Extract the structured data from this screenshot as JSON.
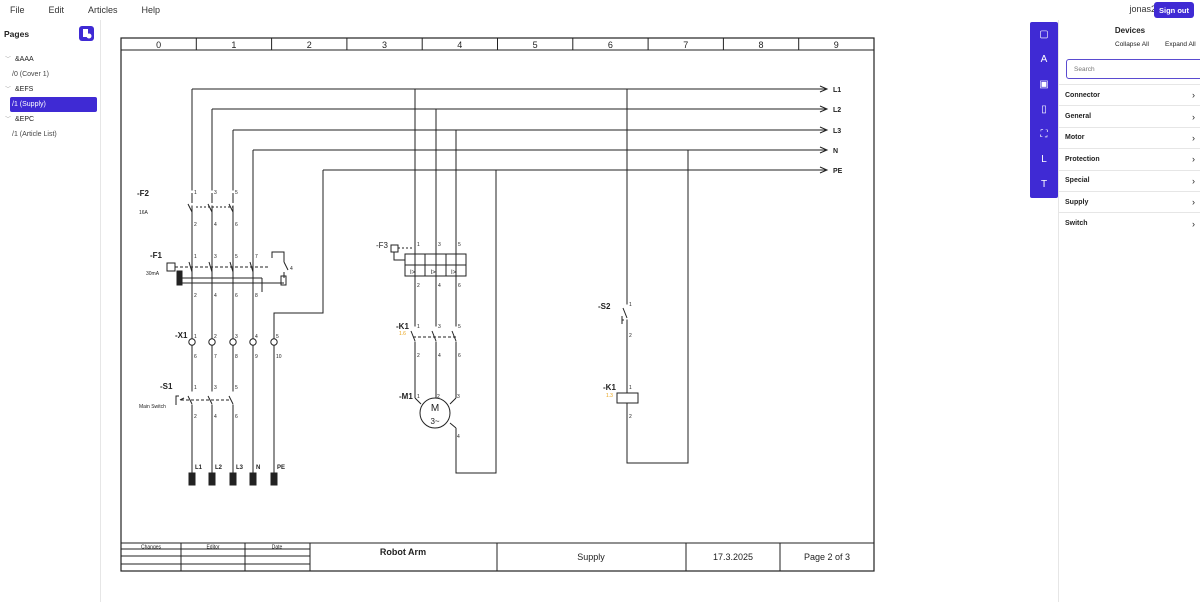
{
  "menu": {
    "items": [
      "File",
      "Edit",
      "Articles",
      "Help"
    ]
  },
  "user": {
    "name": "jonas2",
    "sign_out": "Sign out"
  },
  "sidebar": {
    "title": "Pages",
    "tree": [
      {
        "type": "group",
        "label": "&AAA"
      },
      {
        "type": "page",
        "label": "/0 (Cover 1)"
      },
      {
        "type": "group",
        "label": "&EFS"
      },
      {
        "type": "page",
        "label": "/1 (Supply)",
        "selected": true
      },
      {
        "type": "group",
        "label": "&EPC"
      },
      {
        "type": "page",
        "label": "/1 (Article List)"
      }
    ]
  },
  "toolbar": {
    "tools": [
      {
        "icon": "square-icon",
        "glyph": "▢"
      },
      {
        "icon": "text-a-icon",
        "glyph": "A"
      },
      {
        "icon": "image-icon",
        "glyph": "▣"
      },
      {
        "icon": "device-icon",
        "glyph": "▯"
      },
      {
        "icon": "select-frame-icon",
        "glyph": "⛶"
      },
      {
        "icon": "line-icon",
        "glyph": "L"
      },
      {
        "icon": "text-t-icon",
        "glyph": "T"
      }
    ]
  },
  "devices": {
    "title": "Devices",
    "collapse_all": "Collapse All",
    "expand_all": "Expand All",
    "search_placeholder": "Search",
    "categories": [
      "Connector",
      "General",
      "Motor",
      "Protection",
      "Special",
      "Supply",
      "Switch"
    ]
  },
  "drawing": {
    "columns": [
      "0",
      "1",
      "2",
      "3",
      "4",
      "5",
      "6",
      "7",
      "8",
      "9"
    ],
    "buses": [
      "L1",
      "L2",
      "L3",
      "N",
      "PE"
    ],
    "devices": {
      "F2": {
        "tag": "-F2",
        "rating": "16A",
        "pins_top": [
          "1",
          "3",
          "5"
        ],
        "pins_bottom": [
          "2",
          "4",
          "6"
        ]
      },
      "F1": {
        "tag": "-F1",
        "rating": "30mA",
        "pins_top": [
          "1",
          "3",
          "5",
          "7"
        ],
        "pins_bottom": [
          "2",
          "4",
          "6",
          "8"
        ],
        "pin_aux": "4"
      },
      "X1": {
        "tag": "-X1",
        "pins_top": [
          "1",
          "2",
          "3",
          "4",
          "5"
        ],
        "pins_bottom": [
          "6",
          "7",
          "8",
          "9",
          "10"
        ]
      },
      "S1": {
        "tag": "-S1",
        "label": "Main Switch",
        "pins_top": [
          "1",
          "3",
          "5"
        ],
        "pins_bottom": [
          "2",
          "4",
          "6"
        ]
      },
      "supply_terminals": [
        "L1",
        "L2",
        "L3",
        "N",
        "PE"
      ],
      "F3": {
        "tag": "-F3",
        "pins_top": [
          "1",
          "3",
          "5"
        ],
        "pins_bottom": [
          "2",
          "4",
          "6"
        ]
      },
      "K1_contacts": {
        "tag": "-K1",
        "ref": "1.6",
        "pins_top": [
          "1",
          "3",
          "5"
        ],
        "pins_bottom": [
          "2",
          "4",
          "6"
        ]
      },
      "M1": {
        "tag": "-M1",
        "symbol": "M",
        "phase": "3~",
        "pins": [
          "1",
          "2",
          "3",
          "4"
        ]
      },
      "S2": {
        "tag": "-S2",
        "pins": [
          "1",
          "2"
        ]
      },
      "K1_coil": {
        "tag": "-K1",
        "ref": "1.3",
        "pins": [
          "1",
          "2"
        ]
      }
    },
    "title_block": {
      "headers": [
        "Changes",
        "Editor",
        "Date"
      ],
      "project": "Robot Arm",
      "page_name": "Supply",
      "date": "17.3.2025",
      "page": "Page 2 of 3"
    },
    "colors": {
      "accent": "#3f2ad4",
      "reference": "#e8a317"
    }
  }
}
